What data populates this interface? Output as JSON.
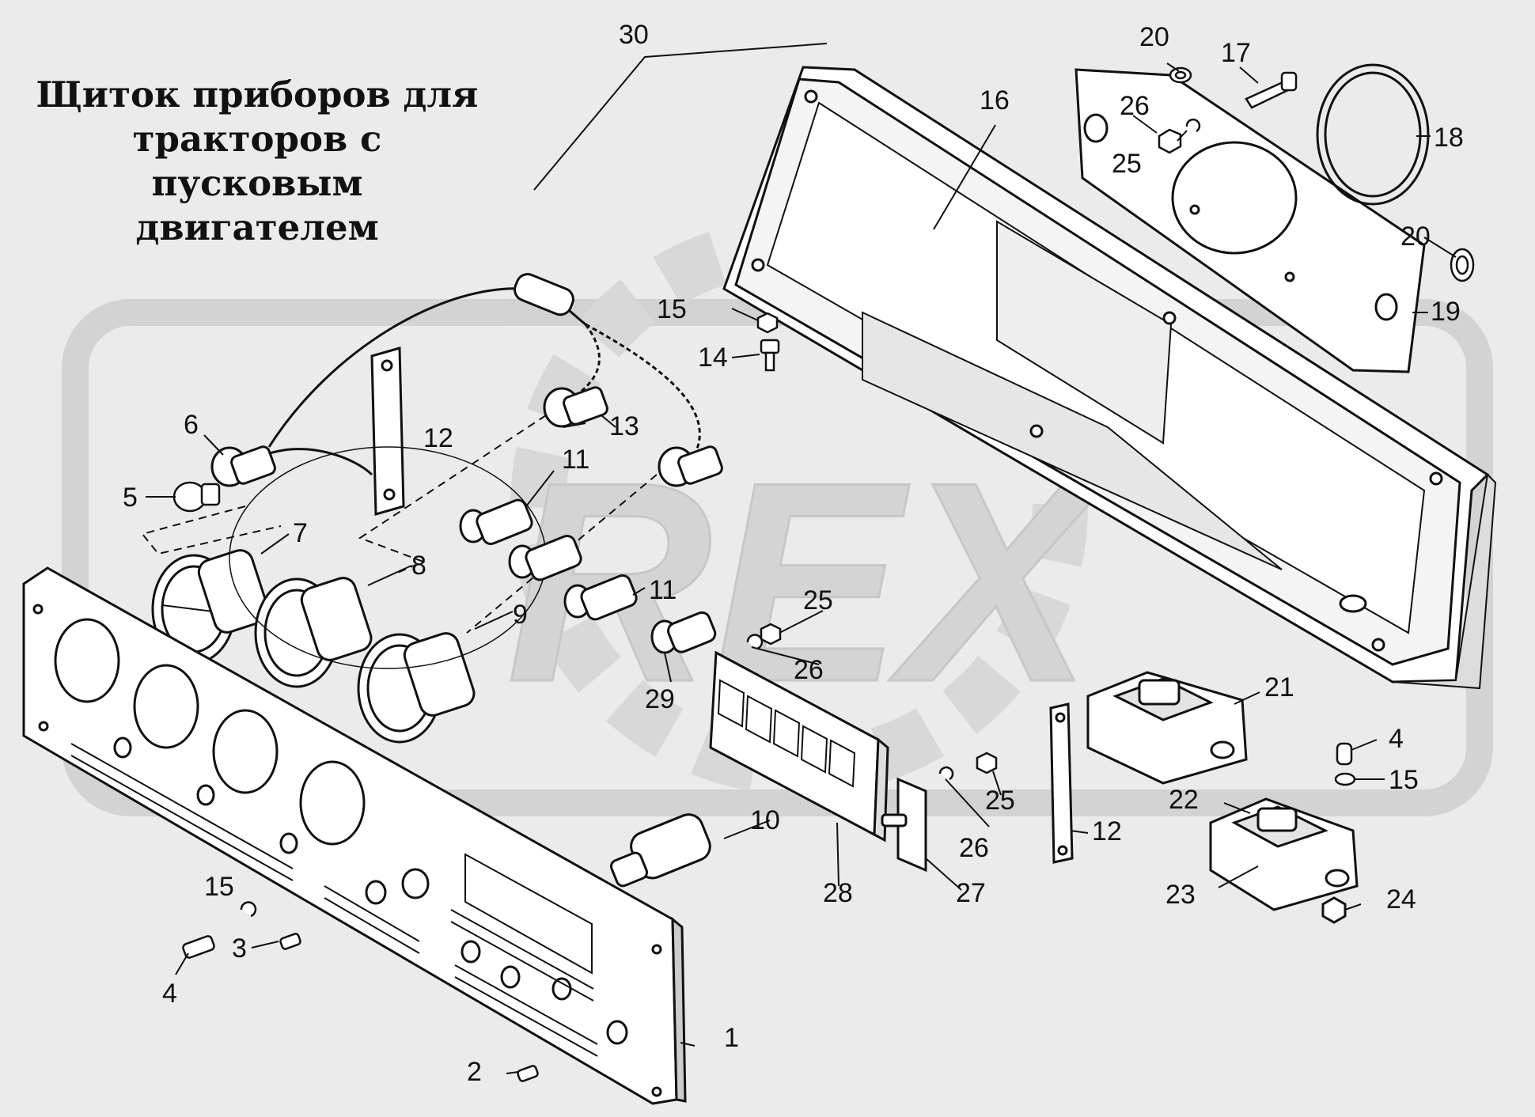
{
  "title": {
    "lines": [
      "Щиток приборов для",
      "тракторов с пусковым",
      "двигателем"
    ]
  },
  "watermark": {
    "text": "REX",
    "color": "#d2d2d2"
  },
  "callouts": [
    {
      "id": "1",
      "text": "1"
    },
    {
      "id": "2",
      "text": "2"
    },
    {
      "id": "3",
      "text": "3"
    },
    {
      "id": "4a",
      "text": "4"
    },
    {
      "id": "4b",
      "text": "4"
    },
    {
      "id": "5",
      "text": "5"
    },
    {
      "id": "6",
      "text": "6"
    },
    {
      "id": "7",
      "text": "7"
    },
    {
      "id": "8",
      "text": "8"
    },
    {
      "id": "9",
      "text": "9"
    },
    {
      "id": "10",
      "text": "10"
    },
    {
      "id": "11a",
      "text": "11"
    },
    {
      "id": "11b",
      "text": "11"
    },
    {
      "id": "12a",
      "text": "12"
    },
    {
      "id": "12b",
      "text": "12"
    },
    {
      "id": "13",
      "text": "13"
    },
    {
      "id": "14",
      "text": "14"
    },
    {
      "id": "15a",
      "text": "15"
    },
    {
      "id": "15b",
      "text": "15"
    },
    {
      "id": "15c",
      "text": "15"
    },
    {
      "id": "16",
      "text": "16"
    },
    {
      "id": "17",
      "text": "17"
    },
    {
      "id": "18",
      "text": "18"
    },
    {
      "id": "19",
      "text": "19"
    },
    {
      "id": "20a",
      "text": "20"
    },
    {
      "id": "20b",
      "text": "20"
    },
    {
      "id": "21",
      "text": "21"
    },
    {
      "id": "22",
      "text": "22"
    },
    {
      "id": "23",
      "text": "23"
    },
    {
      "id": "24",
      "text": "24"
    },
    {
      "id": "25a",
      "text": "25"
    },
    {
      "id": "25b",
      "text": "25"
    },
    {
      "id": "25c",
      "text": "25"
    },
    {
      "id": "26a",
      "text": "26"
    },
    {
      "id": "26b",
      "text": "26"
    },
    {
      "id": "26c",
      "text": "26"
    },
    {
      "id": "27",
      "text": "27"
    },
    {
      "id": "28",
      "text": "28"
    },
    {
      "id": "29",
      "text": "29"
    },
    {
      "id": "30",
      "text": "30"
    }
  ],
  "colors": {
    "background": "#ebebeb",
    "line": "#111111",
    "part_fill": "#ffffff"
  }
}
